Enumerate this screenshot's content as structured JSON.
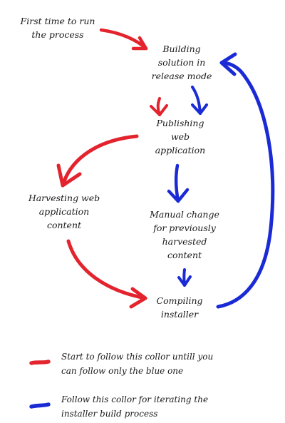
{
  "colors": {
    "red": "#e3232d",
    "blue": "#1a2bd6",
    "text": "#1a1a1a"
  },
  "nodes": {
    "start": [
      "First time to run",
      "the process"
    ],
    "build": [
      "Building",
      "solution in",
      "release mode"
    ],
    "publish": [
      "Publishing",
      "web",
      "application"
    ],
    "harvest": [
      "Harvesting web",
      "application",
      "content"
    ],
    "manual": [
      "Manual change",
      "for previously",
      "harvested",
      "content"
    ],
    "compile": [
      "Compiling",
      "installer"
    ]
  },
  "legend": {
    "red": [
      "Start to follow this collor untill you",
      "can follow only the blue one"
    ],
    "blue": [
      "Follow this collor for iterating the",
      "installer build process"
    ]
  }
}
